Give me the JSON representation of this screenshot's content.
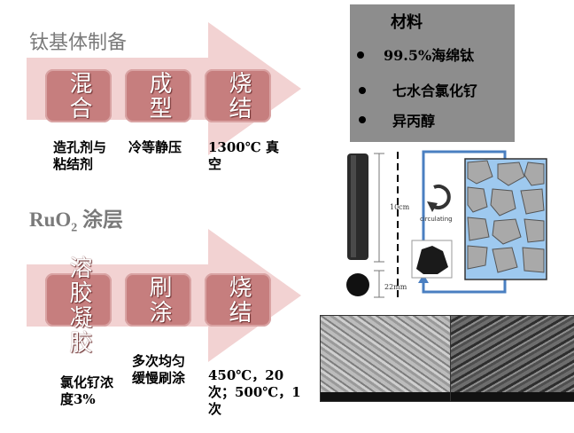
{
  "titanium_section": {
    "title": "钛基体制备",
    "steps": [
      {
        "label": "混合",
        "note": "造孔剂与粘结剂"
      },
      {
        "label": "成型",
        "note": "冷等静压"
      },
      {
        "label": "烧结",
        "note": "1300℃ 真空"
      }
    ]
  },
  "ruo2_section": {
    "title_main": "RuO",
    "title_sub": "2",
    "title_rest": " 涂层",
    "steps": [
      {
        "label": "溶胶凝胶",
        "note": "氯化钌浓度3%"
      },
      {
        "label": "刷涂",
        "note": "多次均匀缓慢刷涂"
      },
      {
        "label": "烧结",
        "note": "450℃，20次；500℃，1次"
      }
    ]
  },
  "materials": {
    "title": "材料",
    "items": [
      "99.5%海绵钛",
      "七水合氯化钌",
      "异丙醇"
    ]
  },
  "figure": {
    "length_label": "10cm",
    "diameter_label": "22mm",
    "flow_label": "circulating"
  },
  "colors": {
    "arrow": "#f2d2d2",
    "step_box": "#c67e7e",
    "material_bg": "#8d8d8d",
    "flow_line": "#4a7fc1",
    "pore_fill": "#9ec9ef",
    "particle": "#a9a9a9"
  },
  "icons": [
    "cycle-arrow-icon",
    "bullet-icon"
  ]
}
